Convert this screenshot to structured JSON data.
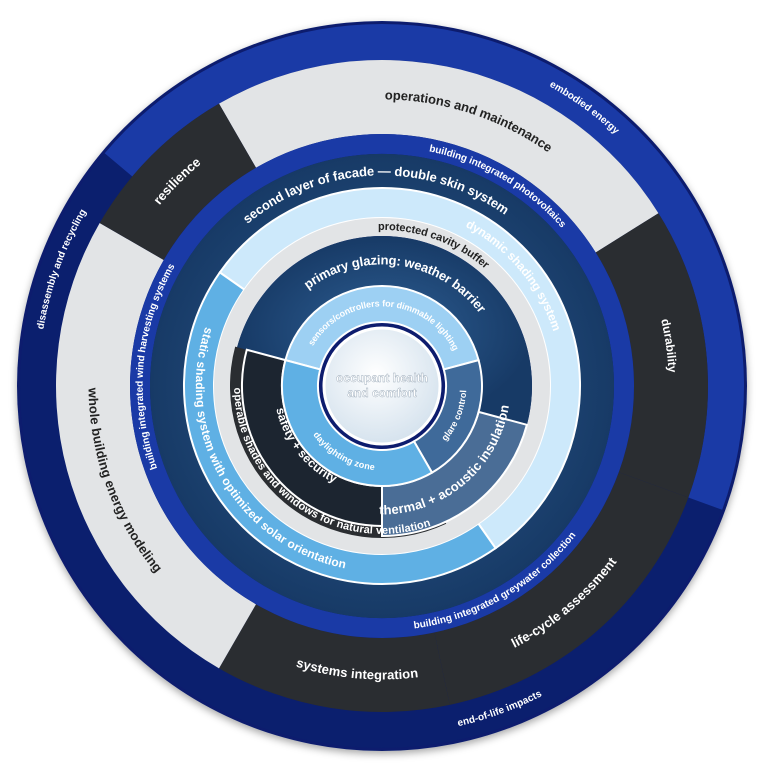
{
  "center": {
    "line1": "occupant health",
    "line2": "and comfort"
  },
  "rings": {
    "inner_left": "daylighting zone",
    "inner_right": "glare control",
    "inner_top": "sensors/controllers for dimmable lighting",
    "primary": "primary glazing: weather barrier",
    "safety": "safety + security",
    "thermal": "thermal + acoustic insulation",
    "operable": "operable shades and windows for natural ventilation",
    "cavity": "protected cavity buffer",
    "dynamic_shading": "dynamic shading system",
    "static_shading": "static shading system with optimized solar orientation",
    "second_layer": "second layer of facade — double skin system",
    "bipv": "building integrated photovoltaics",
    "wind": "building integrated wind harvesting systems",
    "greywater": "building integrated greywater collection",
    "operations": "operations and maintenance",
    "resilience": "resilience",
    "durability": "durability",
    "whole_building": "whole building energy modeling",
    "systems": "systems  integration",
    "lifecycle": "life-cycle assessment",
    "embodied": "embodied energy",
    "disassembly": "disassembly and recycling",
    "end_of_life": "end-of-life impacts"
  },
  "colors": {
    "navy": "#0b1f6e",
    "royal": "#1a3aa6",
    "steel": "#234d7c",
    "sky": "#5fb0e4",
    "pale": "#cde9fb",
    "charcoal": "#2a2d31",
    "grey": "#e2e4e6",
    "slate": "#4a6d96"
  }
}
